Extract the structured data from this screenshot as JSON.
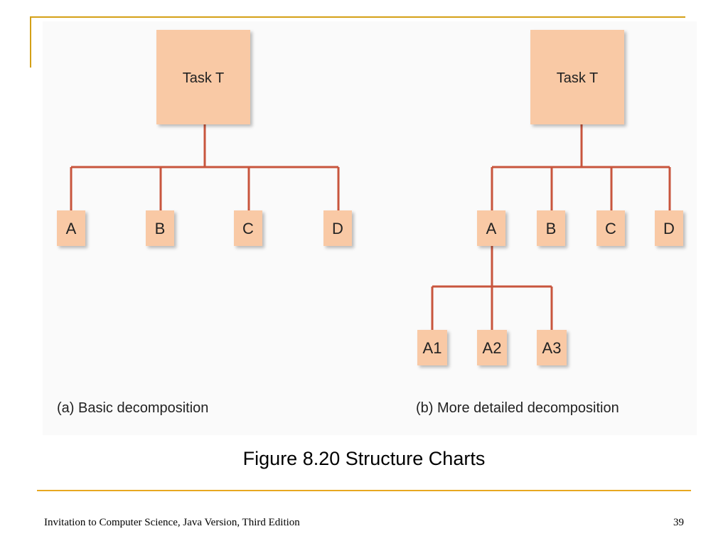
{
  "colors": {
    "box_fill": "#f9c9a5",
    "line": "#c8553d",
    "accent_rule": "#e8a820",
    "frame": "#d4a017"
  },
  "diagram_a": {
    "root": "Task T",
    "children": [
      "A",
      "B",
      "C",
      "D"
    ],
    "label": "(a) Basic decomposition"
  },
  "diagram_b": {
    "root": "Task T",
    "children": [
      "A",
      "B",
      "C",
      "D"
    ],
    "subchildren": [
      "A1",
      "A2",
      "A3"
    ],
    "label": "(b) More detailed decomposition"
  },
  "caption": "Figure 8.20 Structure Charts",
  "footer": {
    "source": "Invitation to Computer Science, Java Version, Third Edition",
    "page_number": "39"
  }
}
